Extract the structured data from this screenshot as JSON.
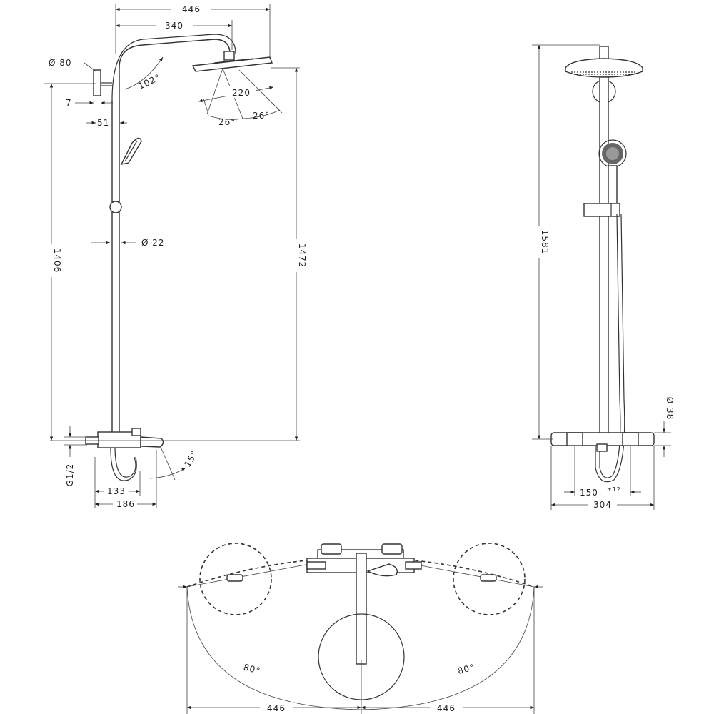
{
  "side_view": {
    "dim_446": "446",
    "dim_340": "340",
    "dim_phi80": "Ø 80",
    "dim_7": "7",
    "dim_51": "51",
    "angle_102": "102°",
    "dim_220": "220",
    "angle_26_left": "26°",
    "angle_26_right": "26°",
    "dim_phi22": "Ø 22",
    "dim_1406": "1406",
    "dim_1472": "1472",
    "thread_g12": "G1/2",
    "angle_15": "15°",
    "dim_133": "133",
    "dim_186": "186"
  },
  "front_view": {
    "dim_1581": "1581",
    "dim_phi38": "Ø 38",
    "dim_150": "150",
    "dim_150_tol": "±12",
    "dim_304": "304"
  },
  "top_view": {
    "angle_left": "80°",
    "angle_right": "80°",
    "dim_left_446": "446",
    "dim_right_446": "446"
  }
}
